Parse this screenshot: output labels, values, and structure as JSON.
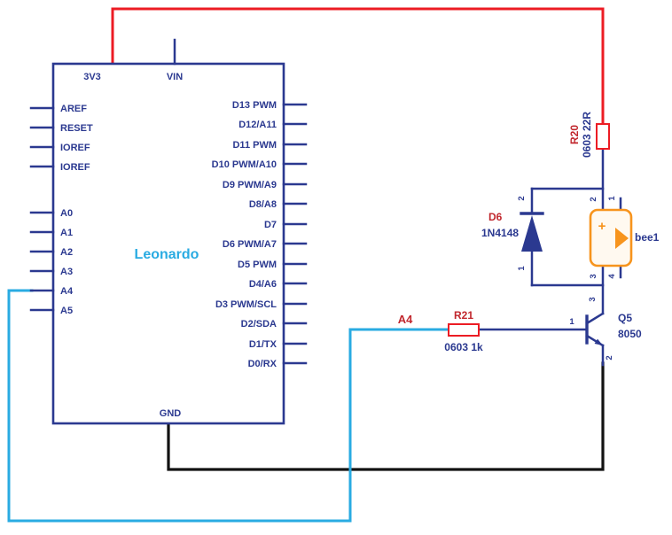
{
  "colors": {
    "wire_navy": "#2B3990",
    "wire_red": "#EC1C24",
    "wire_cyan": "#29ABE2",
    "wire_black": "#121212",
    "label_red": "#C1272D",
    "label_navy": "#2B3990",
    "buzzer_orange": "#F7941D",
    "board_name_cyan": "#29ABE2"
  },
  "board": {
    "name": "Leonardo",
    "top_pins": {
      "p3v3": "3V3",
      "vin": "VIN"
    },
    "left_pins": [
      "AREF",
      "RESET",
      "IOREF",
      "IOREF",
      "A0",
      "A1",
      "A2",
      "A3",
      "A4",
      "A5"
    ],
    "right_pins": [
      "D13 PWM",
      "D12/A11",
      "D11 PWM",
      "D10 PWM/A10",
      "D9 PWM/A9",
      "D8/A8",
      "D7",
      "D6 PWM/A7",
      "D5 PWM",
      "D4/A6",
      "D3 PWM/SCL",
      "D2/SDA",
      "D1/TX",
      "D0/RX"
    ],
    "gnd": "GND"
  },
  "net_labels": {
    "a4": "A4"
  },
  "components": {
    "r20": {
      "name": "R20",
      "value": "0603 22R"
    },
    "r21": {
      "name": "R21",
      "value": "0603 1k"
    },
    "d6": {
      "name": "D6",
      "value": "1N4148",
      "pin_cathode": "2",
      "pin_anode": "1"
    },
    "q5": {
      "name": "Q5",
      "value": "8050",
      "pin_base": "1",
      "pin_collector": "3",
      "pin_emitter": "2"
    },
    "buzzer": {
      "name": "bee1",
      "plus": "+",
      "pin1": "1",
      "pin2": "2",
      "pin3": "3",
      "pin4": "4"
    }
  }
}
